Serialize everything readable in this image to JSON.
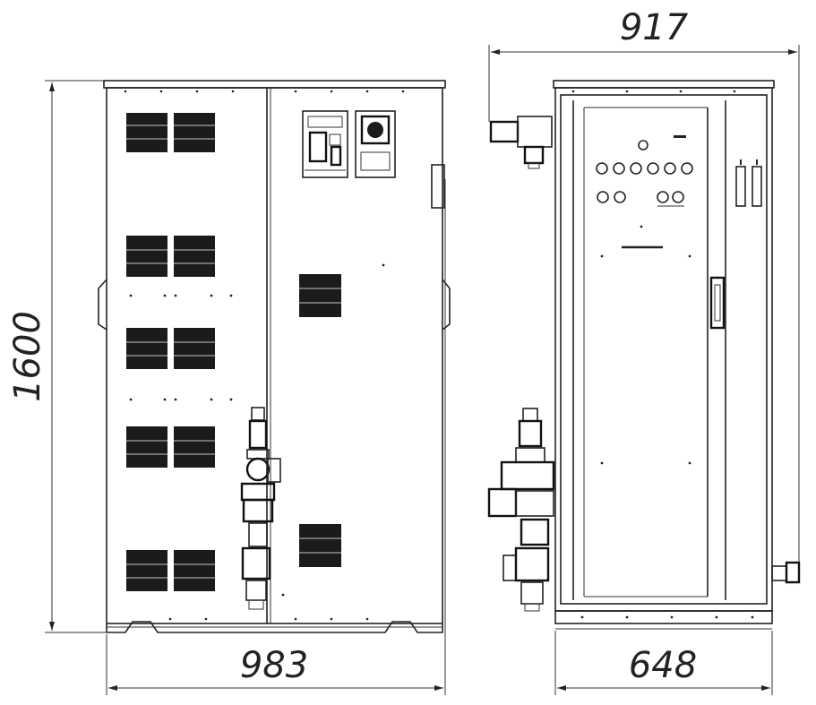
{
  "dimensions": {
    "height": "1600",
    "front_width": "983",
    "side_depth_total": "917",
    "side_depth_body": "648"
  },
  "colors": {
    "line": "#222222",
    "vent": "#1b1b1b",
    "background": "#ffffff"
  }
}
